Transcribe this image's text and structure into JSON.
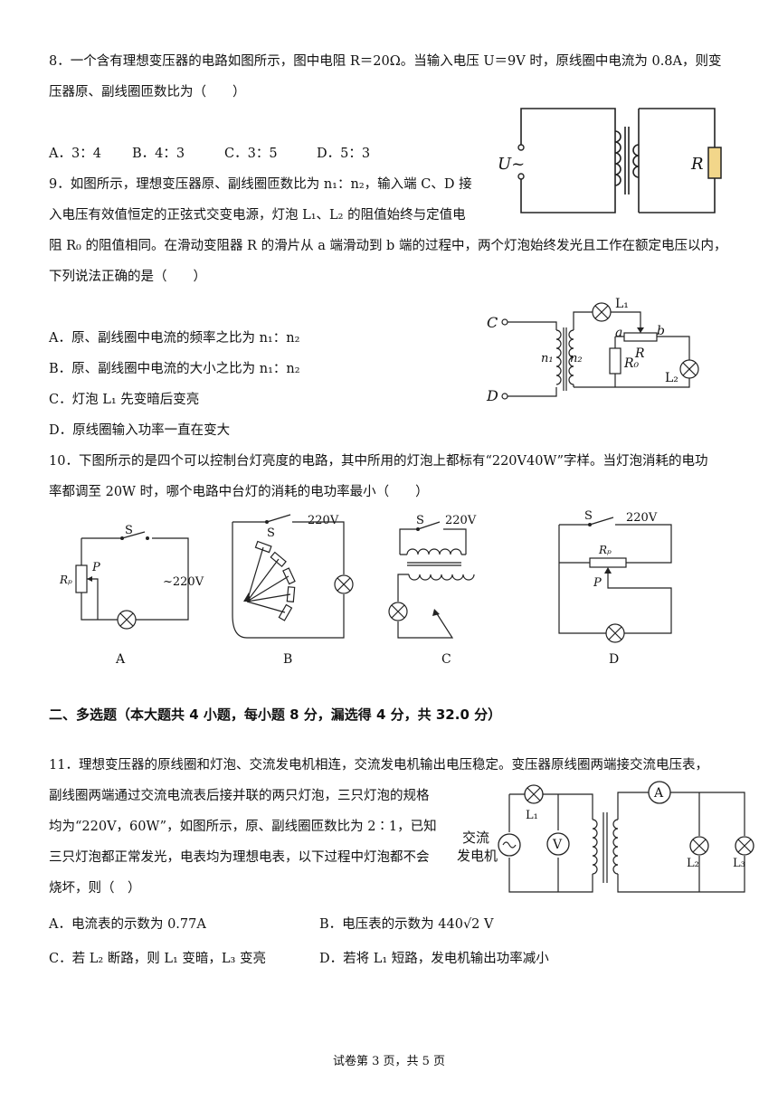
{
  "q8": {
    "line1": "8．一个含有理想变压器的电路如图所示，图中电阻 R＝20Ω。当输入电压 U＝9V 时，原线圈中电流为 0.8A，则变",
    "line2": "压器原、副线圈匝数比为（　　）",
    "options": [
      "A．3：4",
      "B．4：3",
      "C．3：5",
      "D．5：3"
    ],
    "fig": {
      "u_label": "U~",
      "r_label": "R"
    }
  },
  "q9": {
    "line1": "9．如图所示，理想变压器原、副线圈匝数比为 n₁：n₂，输入端 C、D 接",
    "line2": "入电压有效值恒定的正弦式交变电源，灯泡 L₁、L₂ 的阻值始终与定值电",
    "line3": "阻 R₀ 的阻值相同。在滑动变阻器 R 的滑片从 a 端滑动到 b 端的过程中，两个灯泡始终发光且工作在额定电压以内，",
    "line4": "下列说法正确的是（　　）",
    "options": [
      "A．原、副线圈中电流的频率之比为 n₁：n₂",
      "B．原、副线圈中电流的大小之比为 n₁：n₂",
      "C．灯泡 L₁ 先变暗后变亮",
      "D．原线圈输入功率一直在变大"
    ],
    "fig": {
      "c": "C",
      "d": "D",
      "n1": "n₁",
      "n2": "n₂",
      "l1": "L₁",
      "l2": "L₂",
      "r0": "R₀",
      "r": "R",
      "a": "a",
      "b": "b"
    }
  },
  "q10": {
    "line1": "10．下图所示的是四个可以控制台灯亮度的电路，其中所用的灯泡上都标有“220V40W”字样。当灯泡消耗的电功",
    "line2": "率都调至 20W 时，哪个电路中台灯的消耗的电功率最小（　　）",
    "figs": {
      "A": {
        "caption": "A",
        "s": "S",
        "rp": "Rₚ",
        "p": "P",
        "v": "~220V"
      },
      "B": {
        "caption": "B",
        "s": "S",
        "v": "220V"
      },
      "C": {
        "caption": "C",
        "s": "S",
        "v": "220V"
      },
      "D": {
        "caption": "D",
        "s": "S",
        "v": "220V",
        "rp": "Rₚ",
        "p": "P"
      }
    }
  },
  "section2": {
    "heading": "二、多选题（本大题共 4 小题，每小题 8 分，漏选得 4 分，共 32.0 分）"
  },
  "q11": {
    "line1": "11．理想变压器的原线圈和灯泡、交流发电机相连，交流发电机输出电压稳定。变压器原线圈两端接交流电压表，",
    "line2": "副线圈两端通过交流电流表后接并联的两只灯泡，三只灯泡的规格",
    "line3": "均为“220V，60W”，如图所示，原、副线圈匝数比为 2∶1，已知",
    "line4": "三只灯泡都正常发光，电表均为理想电表，以下过程中灯泡都不会",
    "line5": "烧坏，则（　）",
    "options": [
      "A．电流表的示数为 0.77A",
      "B．电压表的示数为 440√2 V",
      "C．若 L₂ 断路，则 L₁ 变暗，L₃ 变亮",
      "D．若将 L₁ 短路，发电机输出功率减小"
    ],
    "fig": {
      "gen1": "交流",
      "gen2": "发电机",
      "l1": "L₁",
      "l2": "L₂",
      "l3": "L₃",
      "v": "V",
      "a": "A"
    }
  },
  "footer": "试卷第 3 页，共 5 页"
}
